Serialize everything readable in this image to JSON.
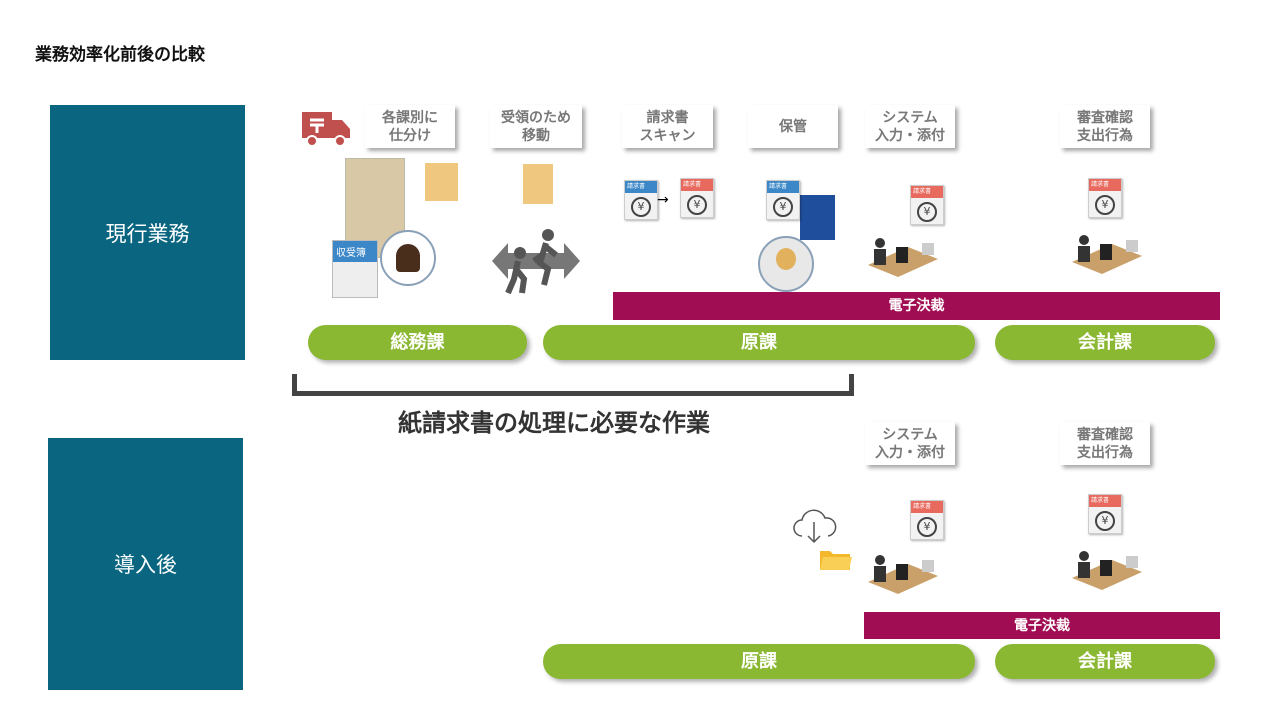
{
  "title": "業務効率化前後の比較",
  "sections": {
    "current": "現行業務",
    "after": "導入後"
  },
  "current": {
    "steps": [
      "各課別に\n仕分け",
      "受領のため\n移動",
      "請求書\nスキャン",
      "保管",
      "システム\n入力・添付",
      "審査確認\n支出行為"
    ],
    "ledger_label": "収受簿",
    "doc_label": "請求書",
    "approval_bar": "電子決裁",
    "departments": [
      "総務課",
      "原課",
      "会計課"
    ],
    "bracket_caption": "紙請求書の処理に必要な作業"
  },
  "after": {
    "steps": [
      "システム\n入力・添付",
      "審査確認\n支出行為"
    ],
    "doc_label": "請求書",
    "approval_bar": "電子決裁",
    "departments": [
      "原課",
      "会計課"
    ]
  },
  "colors": {
    "section": "#0a6680",
    "approval": "#a10d52",
    "department": "#8bb832"
  }
}
